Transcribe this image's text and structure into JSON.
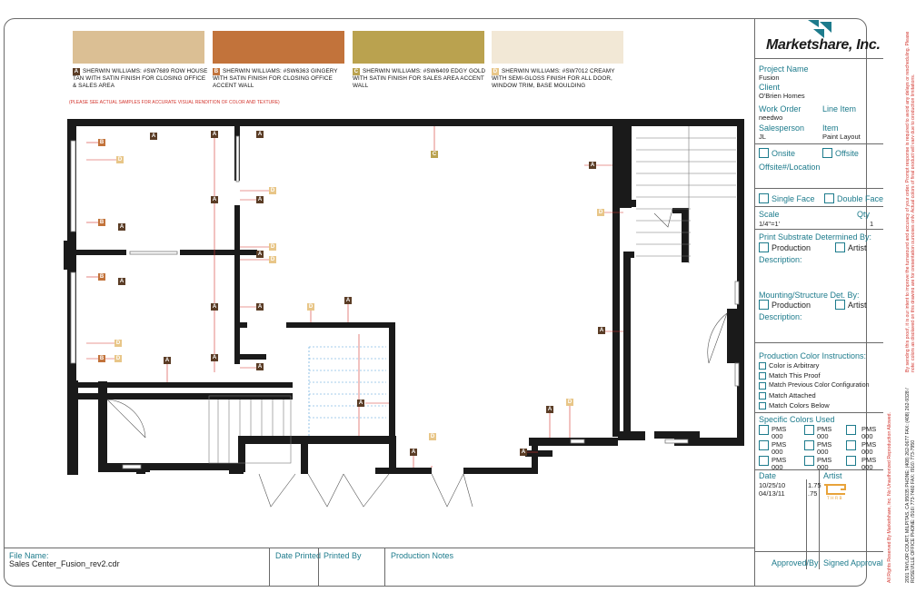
{
  "swatches": [
    {
      "letter": "A",
      "color": "#dbbf94",
      "badge": "#5b3d26",
      "text": "SHERWIN WILLIAMS: #SW7689 ROW HOUSE TAN WITH SATIN FINISH FOR CLOSING OFFICE & SALES AREA"
    },
    {
      "letter": "B",
      "color": "#c2733b",
      "badge": "#c2733b",
      "text": "SHERWIN WILLIAMS: #SW6363 GINGERY WITH SATIN FINISH FOR CLOSING OFFICE ACCENT WALL"
    },
    {
      "letter": "C",
      "color": "#baa24f",
      "badge": "#baa24f",
      "text": "SHERWIN WILLIAMS: #SW6409 EDGY GOLD WITH SATIN FINISH FOR SALES AREA ACCENT WALL"
    },
    {
      "letter": "D",
      "color": "#f2e8d6",
      "badge": "#e8c688",
      "text": "SHERWIN WILLIAMS: #SW7012 CREAMY WITH SEMI-GLOSS FINISH FOR ALL DOOR, WINDOW TRIM, BASE MOULDING"
    }
  ],
  "note": "(PLEASE SEE ACTUAL SAMPLES FOR ACCURATE VISUAL RENDITION OF COLOR AND TEXTURE)",
  "tags": {
    "A": "A",
    "B": "B",
    "C": "C",
    "D": "D"
  },
  "titleblock": {
    "company": "Marketshare, Inc.",
    "project_label": "Project Name",
    "project": "Fusion",
    "client_label": "Client",
    "client": "O'Brien Homes",
    "work_order_label": "Work Order",
    "work_order": "needwo",
    "line_item_label": "Line Item",
    "salesperson_label": "Salesperson",
    "salesperson": "JL",
    "item_label": "Item",
    "item": "Paint Layout",
    "onsite": "Onsite",
    "offsite": "Offsite",
    "offsite_loc": "Offsite#/Location",
    "single_face": "Single Face",
    "double_face": "Double Face",
    "scale_label": "Scale",
    "scale": "1/4\"=1'",
    "qty_label": "Qty",
    "qty": "1",
    "substrate_label": "Print Substrate Determined By:",
    "production": "Production",
    "artist": "Artist",
    "description": "Description:",
    "mounting_label": "Mounting/Structure Det. By:",
    "color_instr_label": "Production Color Instructions:",
    "color_instr": [
      "Color is Arbitrary",
      "Match This Proof",
      "Match Previous Color Configuration",
      "Match Attached",
      "Match Colors Below"
    ],
    "specific_label": "Specific Colors Used",
    "pms": "PMS",
    "pms_num": "000",
    "date_label": "Date",
    "artist_label": "Artist",
    "dates": [
      "10/25/10",
      "04/13/11"
    ],
    "versions": [
      "1.75",
      ".75"
    ],
    "approved": "Approved/By",
    "signed": "Signed Approval"
  },
  "footer": {
    "file_label": "File Name:",
    "file": "Sales Center_Fusion_rev2.cdr",
    "date_printed": "Date Printed",
    "printed_by": "Printed By",
    "notes": "Production Notes"
  },
  "sidebar": {
    "address": "2001 TAYLOR COURT, MILPITAS, CA 95035  PHONE: (408) 262-0677  FAX: (408) 262-9328  /  ROSEVILLE OFFICE  PHONE: (916) 773-7460  FAX: (916) 773-7950",
    "legal1": "By sending this proof, it is our intent to improve the turnaround and accuracy of your order. Prompt response is required to avoid any delays or rescheduling. Please note: colors as displayed on this drawing are for presentation purposes only. Actual colors of final product will vary due to production limitations.",
    "legal2": "All Rights Reserved By Marketshare, Inc. No Unauthorized Reproduction Allowed."
  }
}
